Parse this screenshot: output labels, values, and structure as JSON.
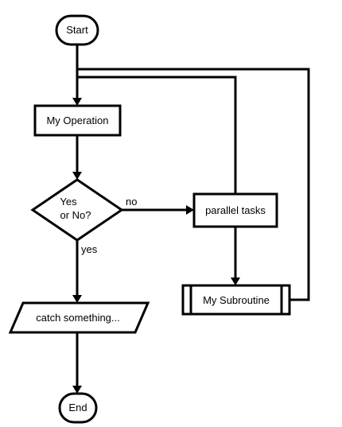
{
  "nodes": {
    "start": "Start",
    "my_operation": "My Operation",
    "decision_line1": "Yes",
    "decision_line2": "or No?",
    "parallel_tasks": "parallel tasks",
    "my_subroutine": "My Subroutine",
    "catch_something": "catch something...",
    "end": "End"
  },
  "edges": {
    "no_label": "no",
    "yes_label": "yes"
  }
}
